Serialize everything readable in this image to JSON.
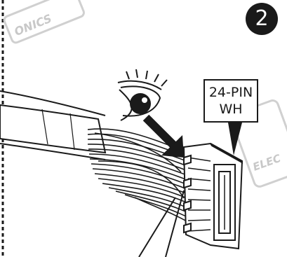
{
  "step": {
    "number": "2"
  },
  "connector": {
    "pin_count": "24-PIN",
    "color_code": "WH"
  },
  "watermark": {
    "text_top": "ONICS",
    "text_right": "ELEC"
  },
  "colors": {
    "ink": "#1a1a1a",
    "paper": "#ffffff",
    "watermark": "#c8c8c8"
  },
  "icons": {
    "eye": "eye-icon",
    "arrow": "arrow-icon"
  }
}
